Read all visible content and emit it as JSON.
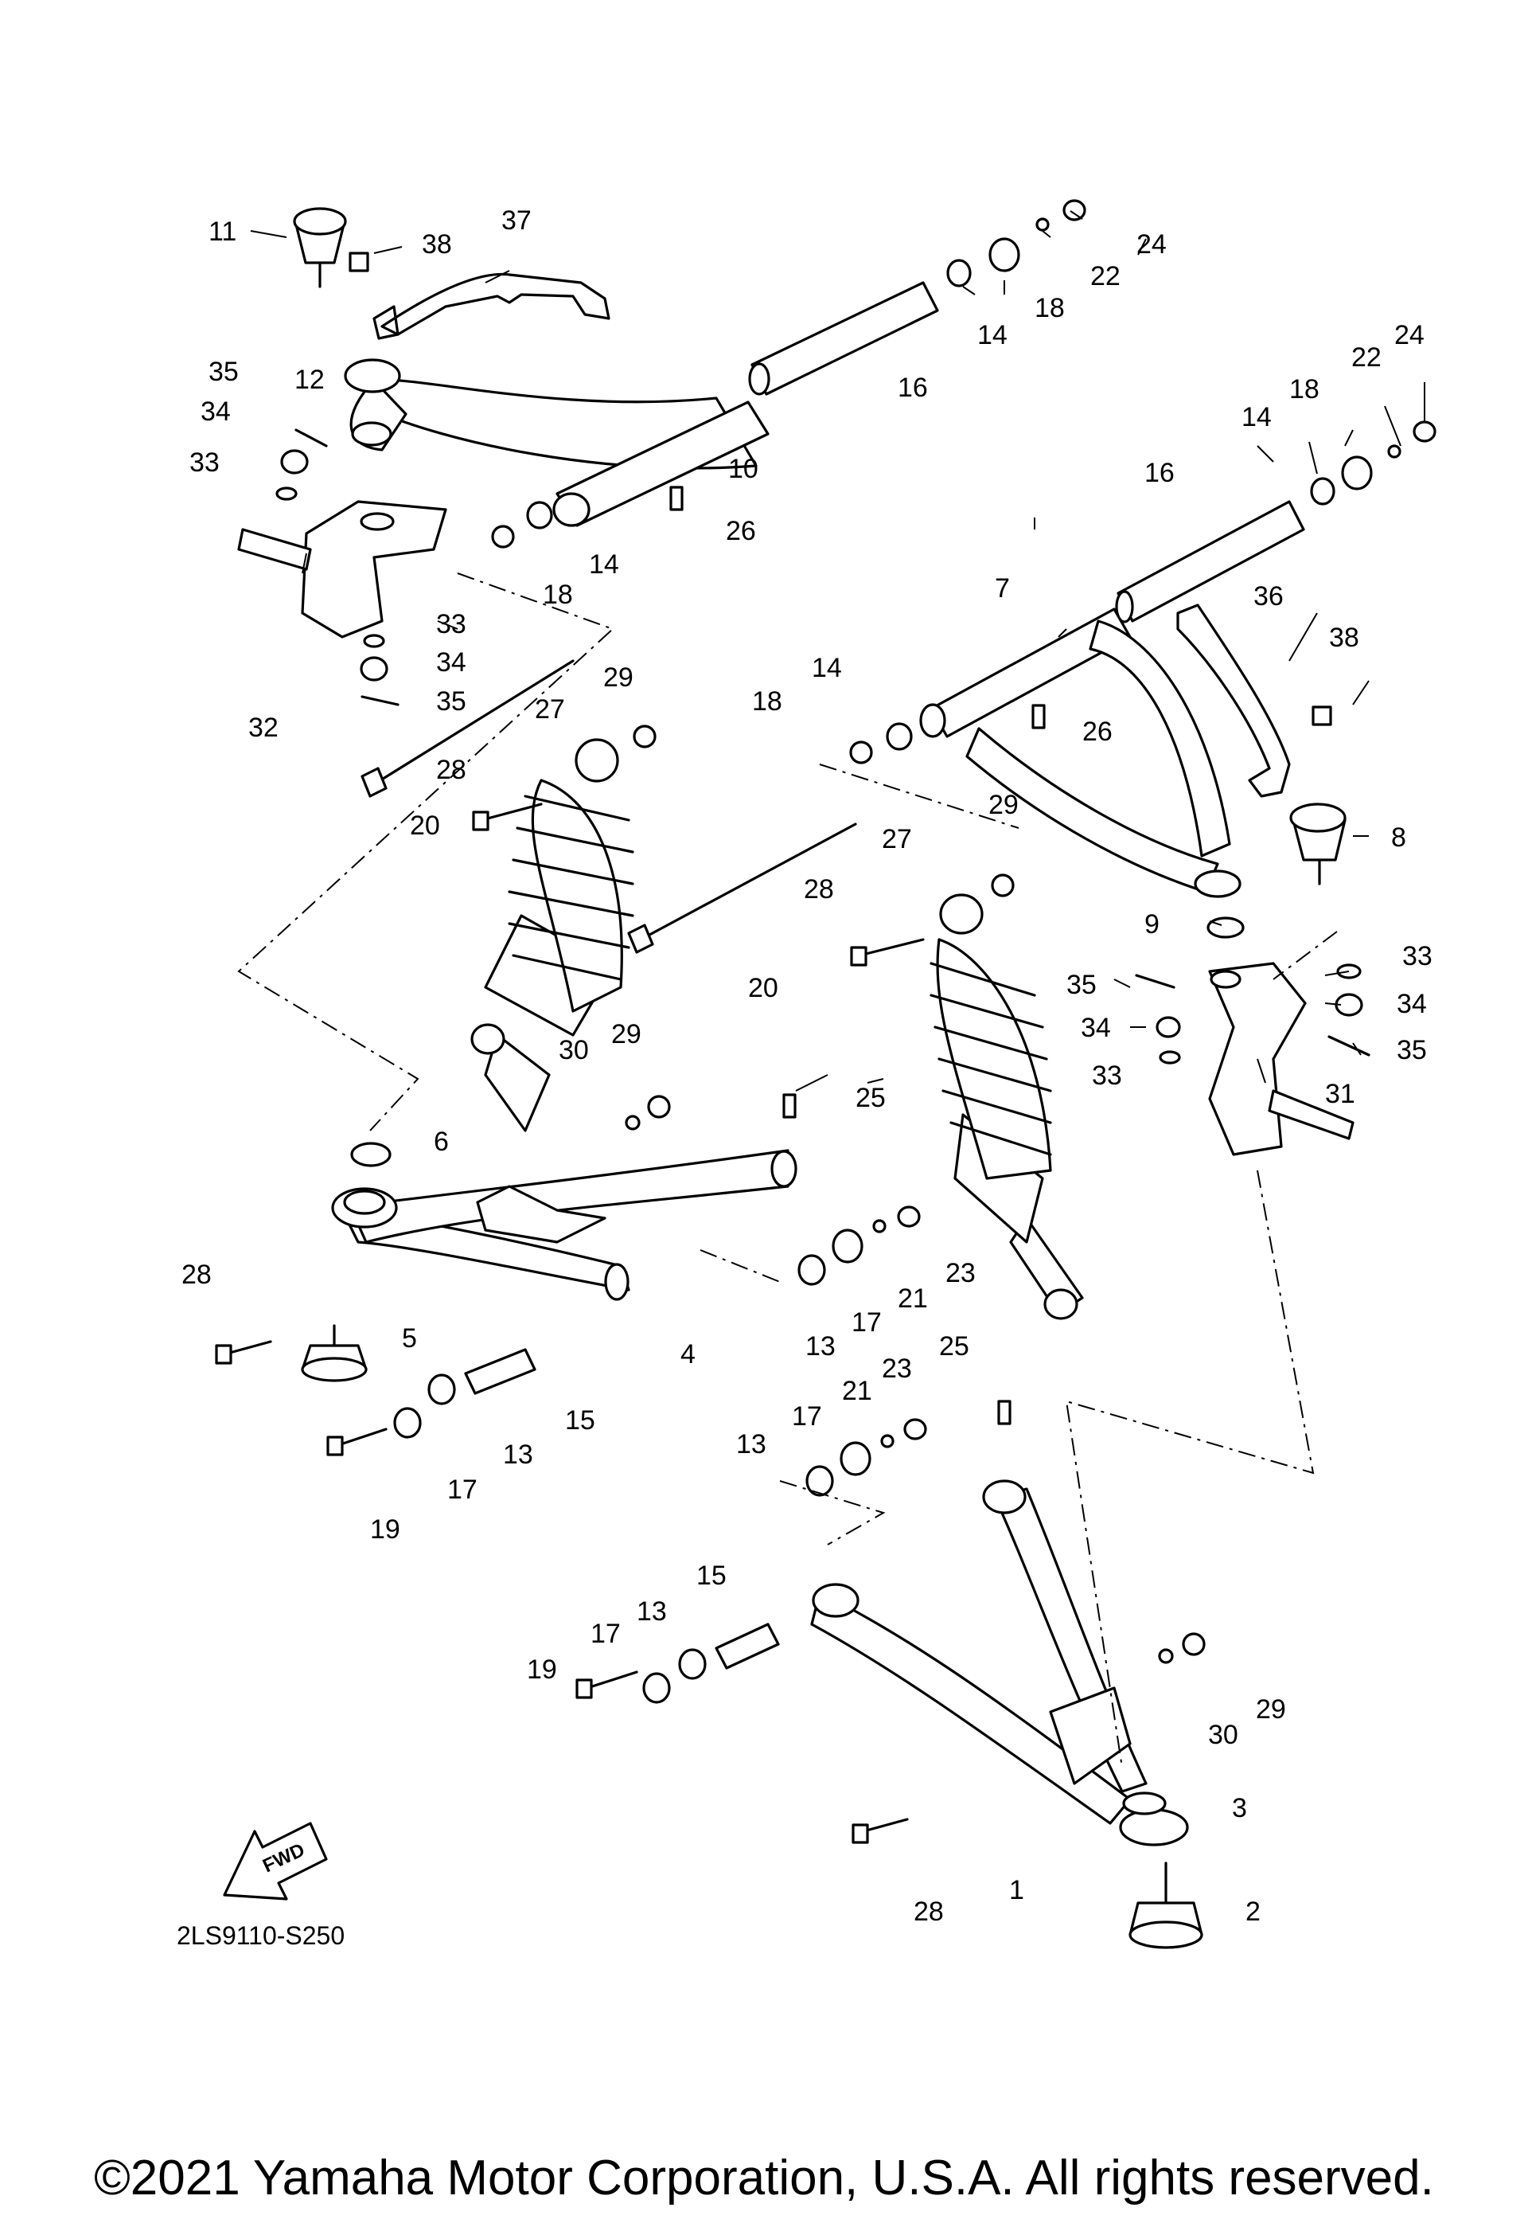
{
  "diagram": {
    "code": "2LS9110-S250",
    "fwd_label": "FWD",
    "copyright": "©2021 Yamaha Motor Corporation, U.S.A. All rights reserved.",
    "callouts": [
      "1",
      "2",
      "3",
      "4",
      "5",
      "6",
      "7",
      "8",
      "9",
      "10",
      "11",
      "12",
      "13",
      "14",
      "15",
      "16",
      "17",
      "18",
      "19",
      "20",
      "21",
      "22",
      "23",
      "24",
      "25",
      "26",
      "27",
      "28",
      "29",
      "30",
      "31",
      "32",
      "33",
      "34",
      "35",
      "36",
      "37",
      "38"
    ]
  }
}
